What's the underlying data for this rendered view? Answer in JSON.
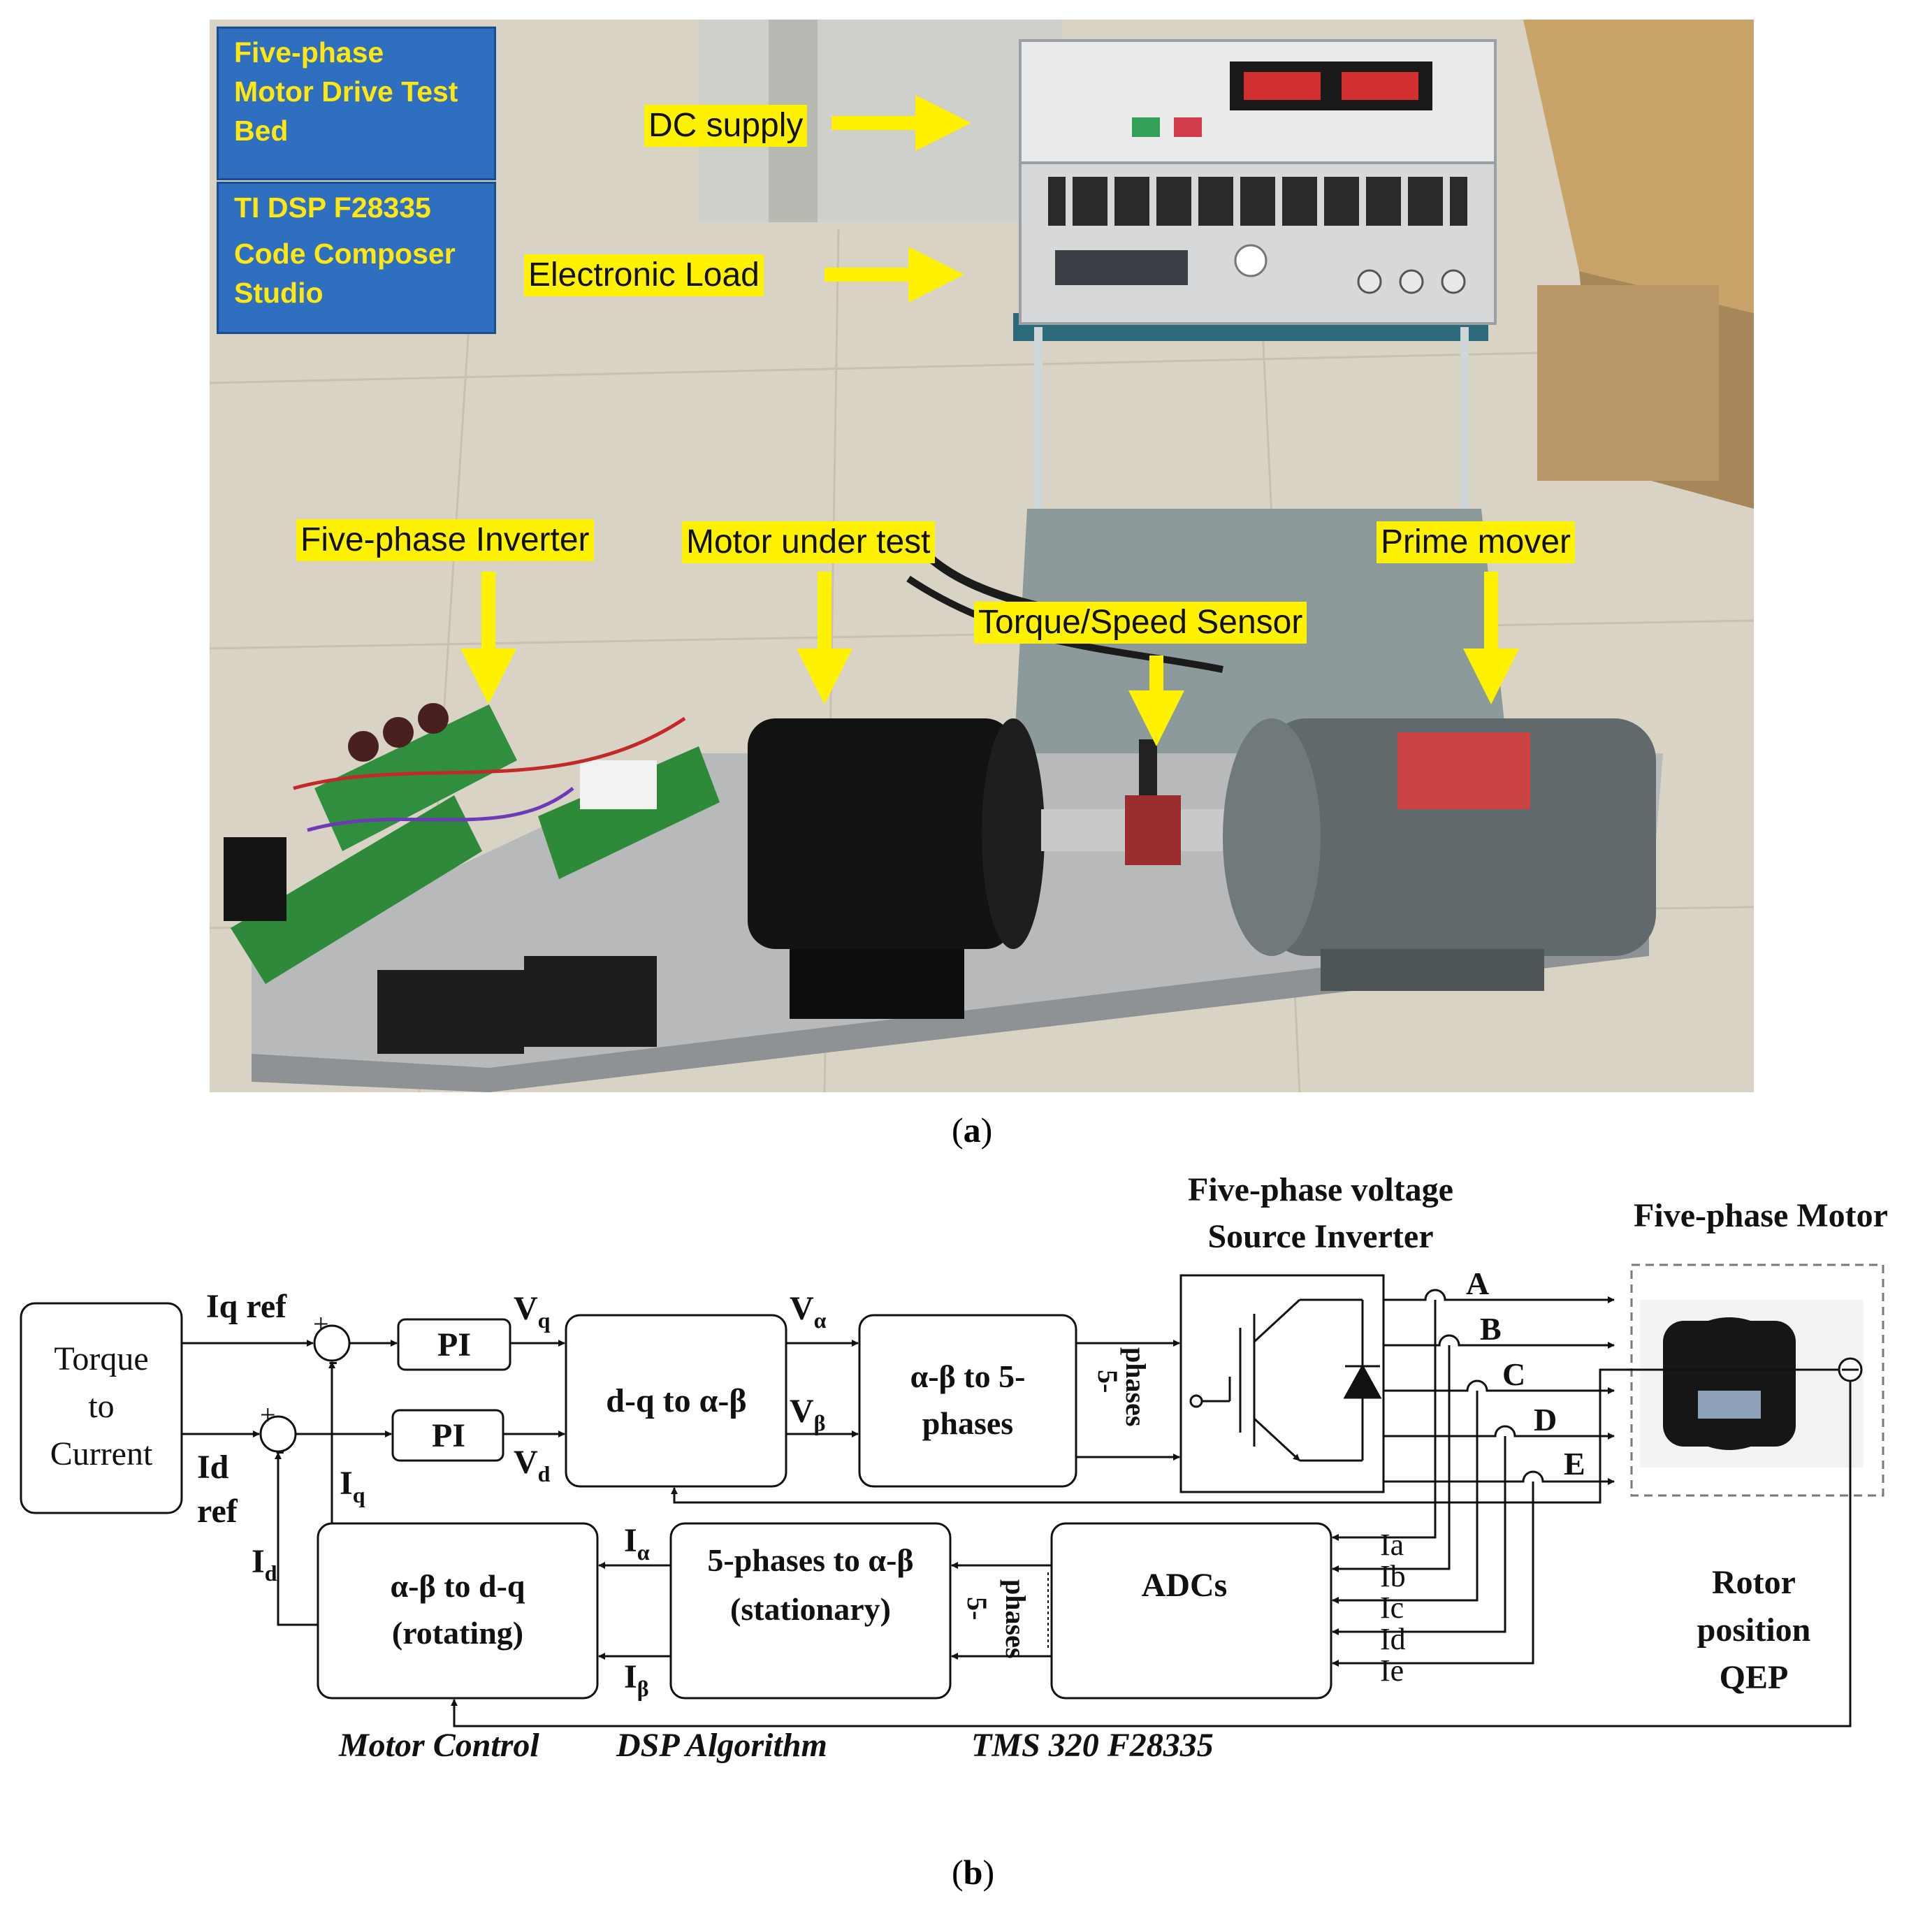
{
  "panel_a": {
    "caption": "a",
    "info_box": {
      "line1": "Five-phase",
      "line2": "Motor Drive Test",
      "line3": "Bed",
      "line4": "TI DSP F28335",
      "line5": "Code Composer",
      "line6": "Studio"
    },
    "labels": {
      "dc_supply": "DC supply",
      "electronic_load": "Electronic Load",
      "inverter": "Five-phase Inverter",
      "motor_under_test": "Motor under test",
      "torque_sensor": "Torque/Speed Sensor",
      "prime_mover": "Prime mover"
    },
    "colors": {
      "label_bg": "#fff200",
      "arrow": "#fff200",
      "box_bg": "#2f6fc0",
      "box_text": "#ffe70f"
    }
  },
  "panel_b": {
    "caption": "b",
    "titles": {
      "vsi_line1": "Five-phase voltage",
      "vsi_line2": "Source Inverter",
      "motor": "Five-phase Motor"
    },
    "blocks": {
      "torque_l1": "Torque",
      "torque_l2": "to",
      "torque_l3": "Current",
      "pi_q": "PI",
      "pi_d": "PI",
      "dq_ab": "d-q to α-β",
      "ab5_l1": "α-β to 5-",
      "ab5_l2": "phases",
      "abdq_l1": "α-β to d-q",
      "abdq_l2": "(rotating)",
      "fiveab_l1": "5-phases to α-β",
      "fiveab_l2": "(stationary)",
      "adcs": "ADCs"
    },
    "signals": {
      "iq_ref": "Iq ref",
      "id_ref_l1": "Id",
      "id_ref_l2": "ref",
      "vq_main": "V",
      "vq_sub": "q",
      "vd_main": "V",
      "vd_sub": "d",
      "va_main": "V",
      "va_sub": "α",
      "vb_main": "V",
      "vb_sub": "β",
      "iq_main": "I",
      "iq_sub": "q",
      "id_main": "I",
      "id_sub": "d",
      "ia_main": "I",
      "ia_sub": "α",
      "ib_main": "I",
      "ib_sub": "β",
      "five_phases_top_l1": "5-",
      "five_phases_top_l2": "phases",
      "five_phases_bot_l1": "5-",
      "five_phases_bot_l2": "phases",
      "sum_plus": "+",
      "sum_minus": "-"
    },
    "phases": [
      "A",
      "B",
      "C",
      "D",
      "E"
    ],
    "currents": [
      "Ia",
      "Ib",
      "Ic",
      "Id",
      "Ie"
    ],
    "rotor": {
      "l1": "Rotor",
      "l2": "position",
      "l3": "QEP"
    },
    "footer": {
      "motor_control": "Motor Control",
      "dsp_algorithm": "DSP Algorithm",
      "tms": "TMS 320 F28335"
    }
  }
}
